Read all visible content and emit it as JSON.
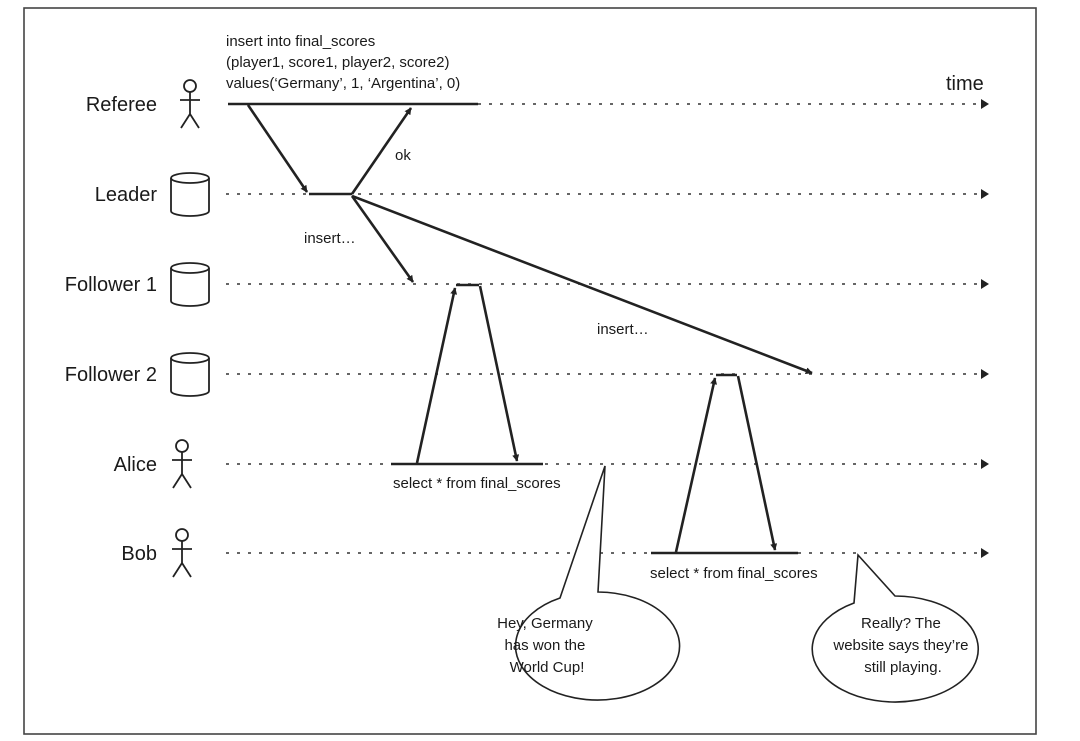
{
  "actors": [
    {
      "id": "referee",
      "label": "Referee",
      "icon": "person-icon"
    },
    {
      "id": "leader",
      "label": "Leader",
      "icon": "database-icon"
    },
    {
      "id": "follower1",
      "label": "Follower 1",
      "icon": "database-icon"
    },
    {
      "id": "follower2",
      "label": "Follower 2",
      "icon": "database-icon"
    },
    {
      "id": "alice",
      "label": "Alice",
      "icon": "person-icon"
    },
    {
      "id": "bob",
      "label": "Bob",
      "icon": "person-icon"
    }
  ],
  "axis": {
    "time_label": "time"
  },
  "notes": {
    "insert_stmt": [
      "insert into final_scores",
      "(player1, score1, player2, score2)",
      "values(‘Germany’, 1, ‘Argentina’, 0)"
    ],
    "ok": "ok",
    "insert_follower1": "insert…",
    "insert_follower2": "insert…",
    "alice_query": "select * from final_scores",
    "bob_query": "select * from final_scores"
  },
  "bubbles": {
    "alice": [
      "Hey, Germany",
      "has won the",
      "World Cup!"
    ],
    "bob": [
      "Really? The",
      "website says they’re",
      "still playing."
    ]
  }
}
